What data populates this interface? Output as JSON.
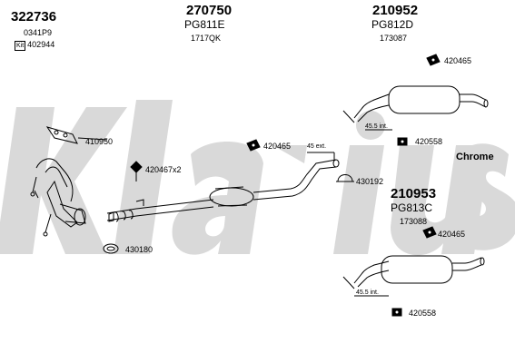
{
  "brand_watermark": "Klarius",
  "sets": [
    {
      "number": "322736",
      "code": "0341P9",
      "kit_badge": "Kit",
      "kit_number": "402944"
    },
    {
      "number": "270750",
      "model": "PG811E",
      "code": "1717QK"
    },
    {
      "number": "210952",
      "model": "PG812D",
      "code": "173087"
    },
    {
      "number": "210953",
      "model": "PG813C",
      "code": "173088"
    }
  ],
  "parts": {
    "p410950": "410950",
    "p420467": "420467x2",
    "p430180": "430180",
    "p420465_mid": "420465",
    "p430192": "430192",
    "p420465_top": "420465",
    "p420558_top": "420558",
    "p420465_bot": "420465",
    "p420558_bot": "420558"
  },
  "annotations": {
    "ext": "45 ext.",
    "int_top": "45.5 int.",
    "int_bot": "45.5 int.",
    "finish": "Chrome"
  }
}
